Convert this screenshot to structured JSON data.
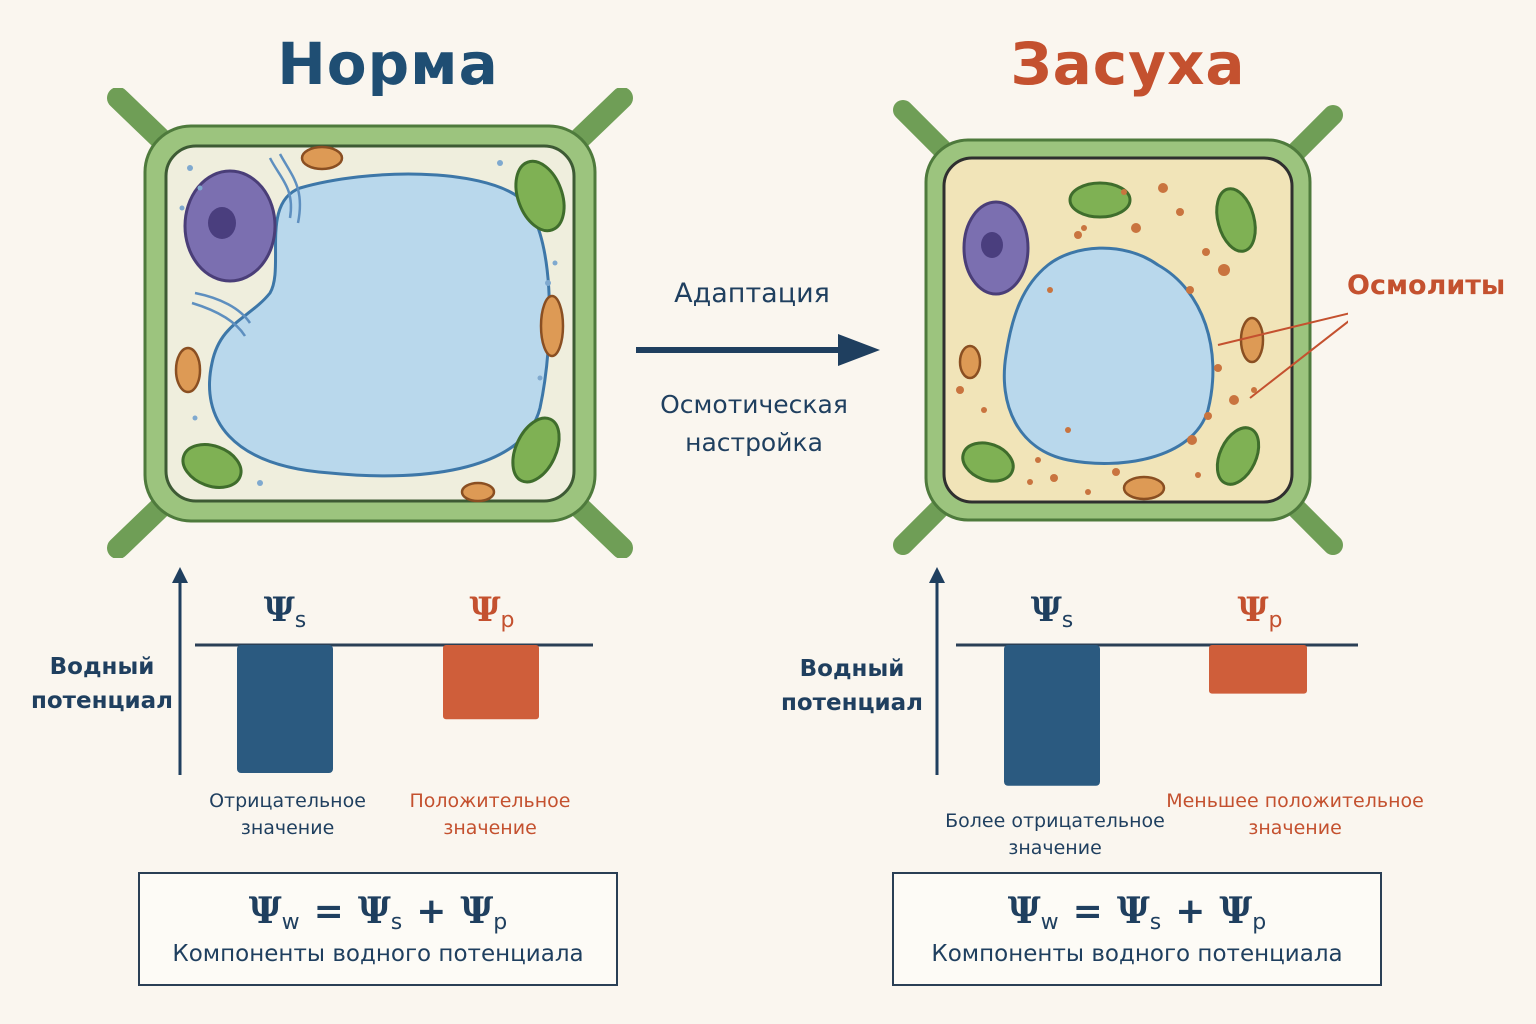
{
  "titles": {
    "normal": "Норма",
    "drought": "Засуха"
  },
  "middle": {
    "adaptation": "Адаптация",
    "osmotic_1": "Осмотическая",
    "osmotic_2": "настройка"
  },
  "osmolytes_label": "Осмолиты",
  "axis_label_line1": "Водный",
  "axis_label_line2": "потенциал",
  "psi": {
    "symbol": "Ψ",
    "s": "s",
    "p": "p",
    "w": "w"
  },
  "equation": {
    "equals": "=",
    "plus": "+",
    "caption": "Компоненты водного потенциала"
  },
  "colors": {
    "blue": "#2b5a80",
    "orange": "#cf5e3a",
    "wall": "#7aa85e",
    "vacuole": "#b9d8ec",
    "nucleus": "#7b6fb0"
  },
  "chart_data": [
    {
      "type": "bar",
      "panel": "Норма",
      "categories": [
        "Ψs",
        "Ψp"
      ],
      "values": [
        -1.0,
        -0.58
      ],
      "value_labels": [
        [
          "Отрицательное",
          "значение"
        ],
        [
          "Положительное",
          "значение"
        ]
      ],
      "ylabel": "Водный потенциал"
    },
    {
      "type": "bar",
      "panel": "Засуха",
      "categories": [
        "Ψs",
        "Ψp"
      ],
      "values": [
        -1.1,
        -0.38
      ],
      "value_labels": [
        [
          "Более отрицательное",
          "значение"
        ],
        [
          "Меньшее положительное",
          "значение"
        ]
      ],
      "ylabel": "Водный потенциал"
    }
  ]
}
